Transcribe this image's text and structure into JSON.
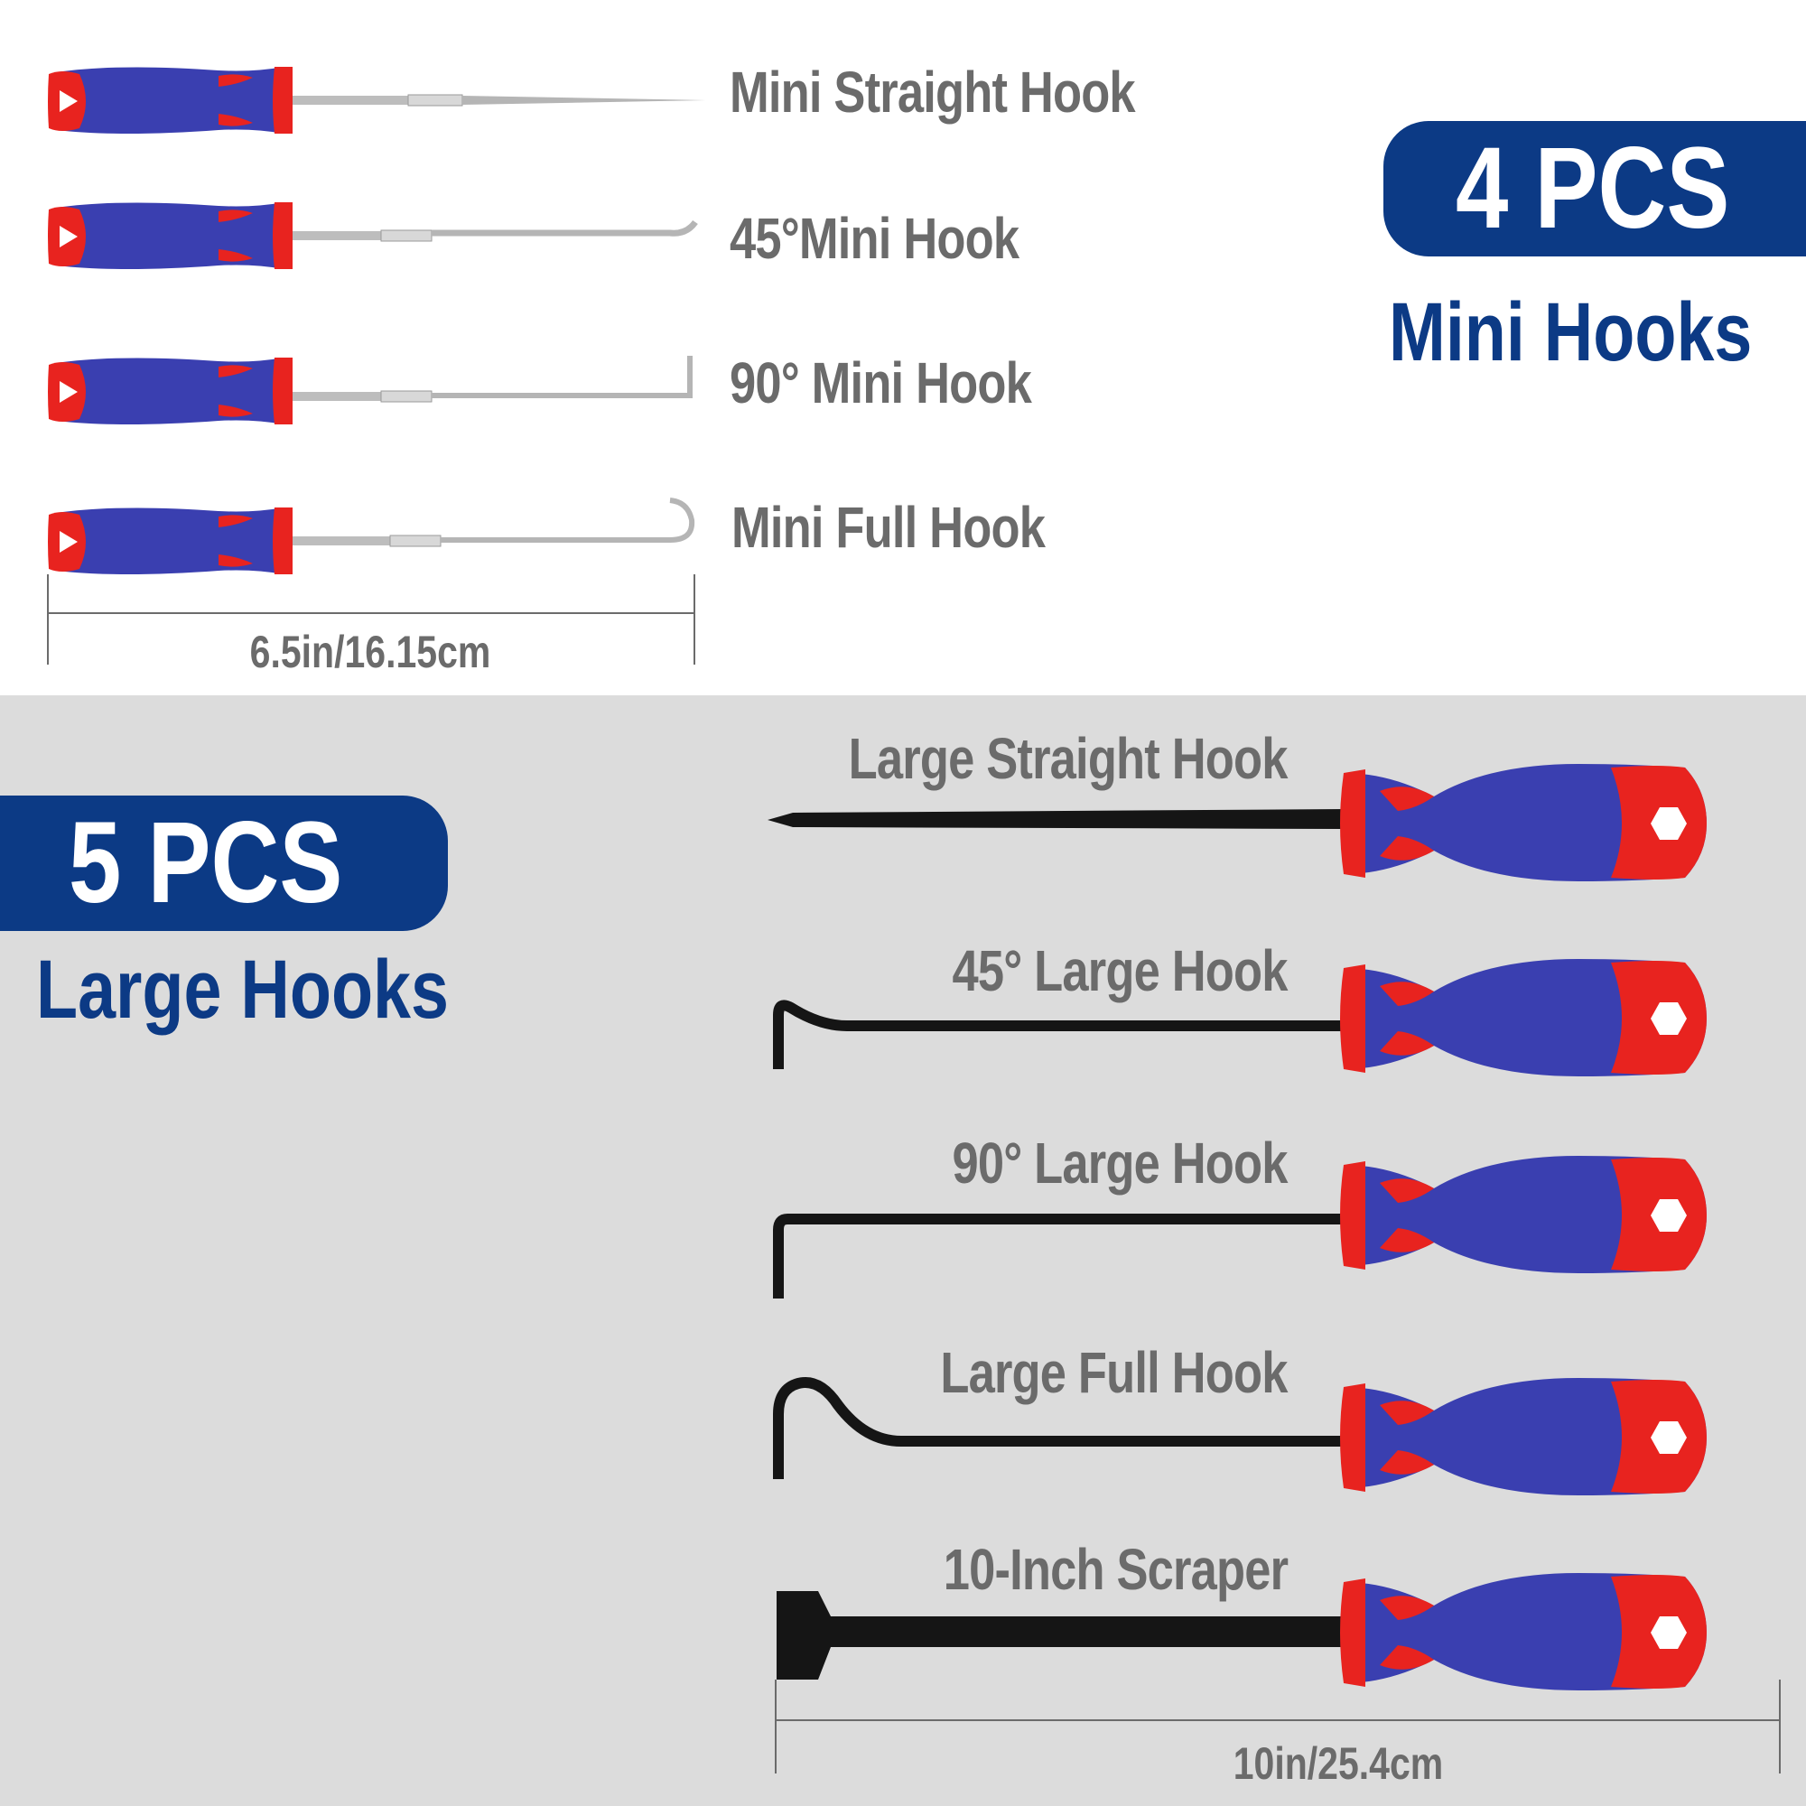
{
  "colors": {
    "brand_blue": "#0c3a85",
    "handle_blue": "#3a3fb0",
    "handle_red": "#e8231f",
    "label_gray": "#6b6b6b",
    "bottom_bg": "#dcdcdc",
    "top_bg": "#ffffff"
  },
  "mini_section": {
    "badge": "4 PCS",
    "subtitle": "Mini Hooks",
    "tools": [
      {
        "label": "Mini Straight Hook",
        "tip": "straight"
      },
      {
        "label": "45°Mini Hook",
        "tip": "45"
      },
      {
        "label": "90° Mini Hook",
        "tip": "90"
      },
      {
        "label": "Mini Full Hook",
        "tip": "full"
      }
    ],
    "dimension": "6.5in/16.15cm"
  },
  "large_section": {
    "badge": "5 PCS",
    "subtitle": "Large Hooks",
    "tools": [
      {
        "label": "Large Straight Hook",
        "tip": "straight"
      },
      {
        "label": "45° Large Hook",
        "tip": "45"
      },
      {
        "label": "90° Large Hook",
        "tip": "90"
      },
      {
        "label": "Large Full Hook",
        "tip": "full"
      },
      {
        "label": "10-Inch Scraper",
        "tip": "scraper"
      }
    ],
    "dimension": "10in/25.4cm"
  }
}
